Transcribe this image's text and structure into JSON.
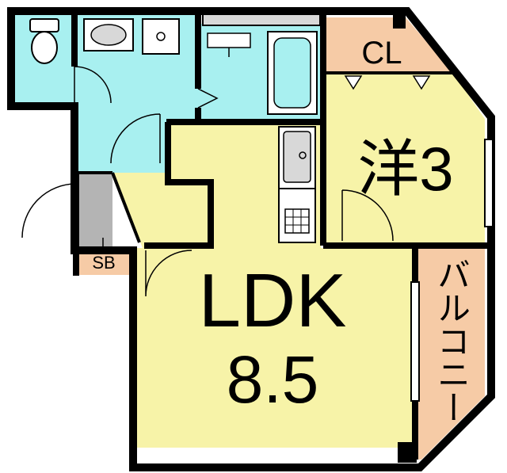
{
  "rooms": {
    "ldk": {
      "name": "LDK",
      "size": "8.5"
    },
    "western": {
      "name": "洋3"
    },
    "closet": {
      "name": "CL"
    },
    "balcony": {
      "name": "バルコニー"
    },
    "shoe_box": {
      "name": "SB"
    }
  },
  "colors": {
    "floor_yellow": "#f7f3a8",
    "wet_area_cyan": "#a8f0f0",
    "closet_peach": "#f6cba6",
    "balcony_peach": "#f6cba6",
    "entrance_gray": "#b4b4b4",
    "wall": "#000000",
    "fixture_gray": "#d8d8d8"
  }
}
